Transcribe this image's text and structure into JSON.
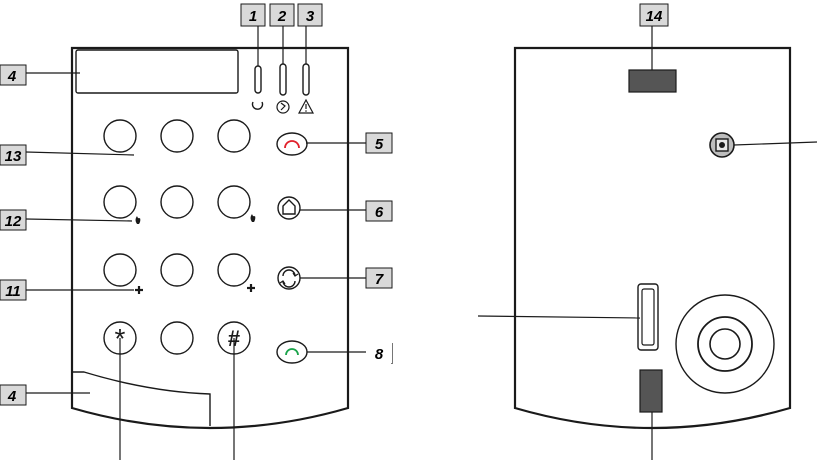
{
  "callouts": {
    "c1": "1",
    "c2": "2",
    "c3": "3",
    "c4_top": "4",
    "c4_bottom": "4",
    "c5": "5",
    "c6": "6",
    "c7": "7",
    "c8": "8",
    "c11": "11",
    "c12": "12",
    "c13": "13",
    "c14": "14"
  },
  "keys": {
    "star": "*",
    "hash": "#"
  },
  "colors": {
    "callout_box": "#d9d9d9",
    "panic_arc": "#e0202a",
    "call_arc": "#1aa34a",
    "dark_block": "#555555"
  },
  "icons": {
    "led_1": "power-arc-icon",
    "led_2": "phone-status-icon",
    "led_3": "warning-triangle-icon",
    "key_5": "panic-button-icon",
    "key_6": "home-button-icon",
    "key_7": "cycle-button-icon",
    "key_8": "call-button-icon"
  }
}
